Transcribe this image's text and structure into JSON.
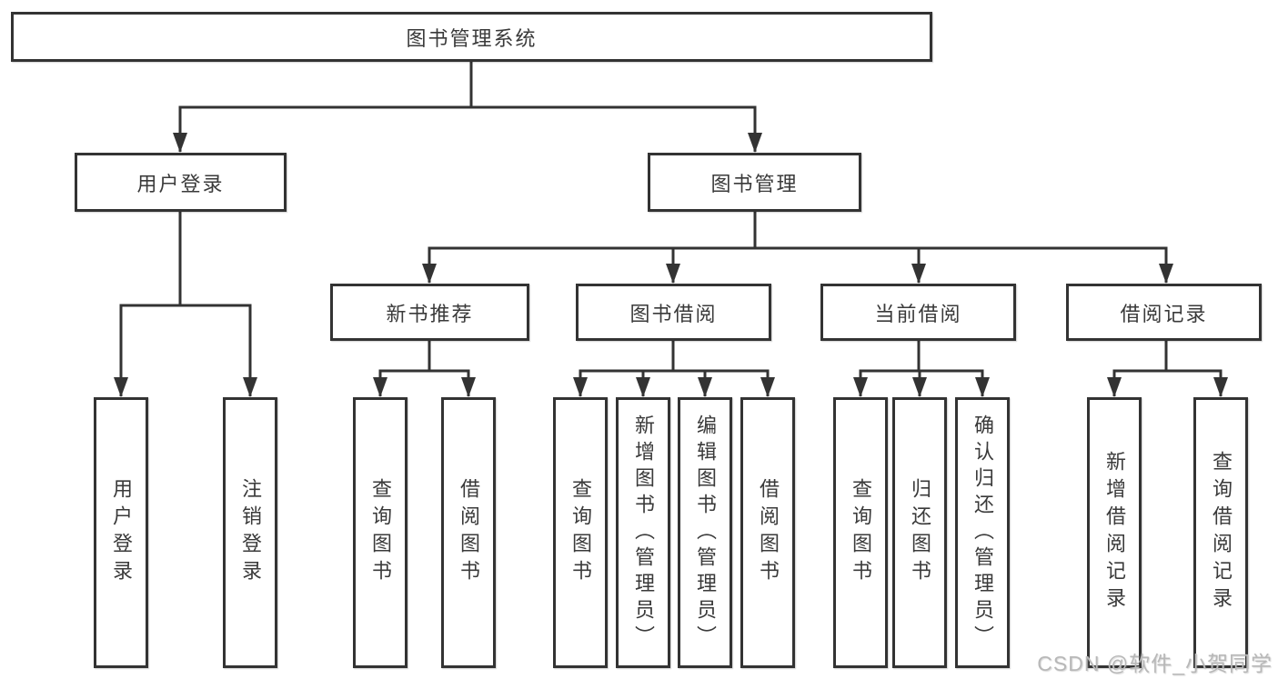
{
  "root": {
    "label": "图书管理系统"
  },
  "level2": {
    "user_login_group": {
      "label": "用户登录"
    },
    "book_management": {
      "label": "图书管理"
    }
  },
  "level3": {
    "new_book_recommend": {
      "label": "新书推荐"
    },
    "book_borrowing": {
      "label": "图书借阅"
    },
    "current_borrowing": {
      "label": "当前借阅"
    },
    "borrowing_records": {
      "label": "借阅记录"
    }
  },
  "leaves": {
    "user_login": {
      "label": "用户登录"
    },
    "logout": {
      "label": "注销登录"
    },
    "nbr_query_books": {
      "label": "查询图书"
    },
    "nbr_borrow_books": {
      "label": "借阅图书"
    },
    "bb_query_books": {
      "label": "查询图书"
    },
    "bb_add_books_admin": {
      "label": "新增图书（管理员）"
    },
    "bb_edit_books_admin": {
      "label": "编辑图书（管理员）"
    },
    "bb_borrow_books": {
      "label": "借阅图书"
    },
    "cb_query_books": {
      "label": "查询图书"
    },
    "cb_return_books": {
      "label": "归还图书"
    },
    "cb_confirm_return_admin": {
      "label": "确认归还（管理员）"
    },
    "br_add_record": {
      "label": "新增借阅记录"
    },
    "br_query_record": {
      "label": "查询借阅记录"
    }
  },
  "watermark": {
    "text": "CSDN @软件_小贺同学",
    "color": "#b8b8b8"
  },
  "colors": {
    "line": "#333333",
    "text": "#3a3a3a",
    "background": "#ffffff"
  }
}
